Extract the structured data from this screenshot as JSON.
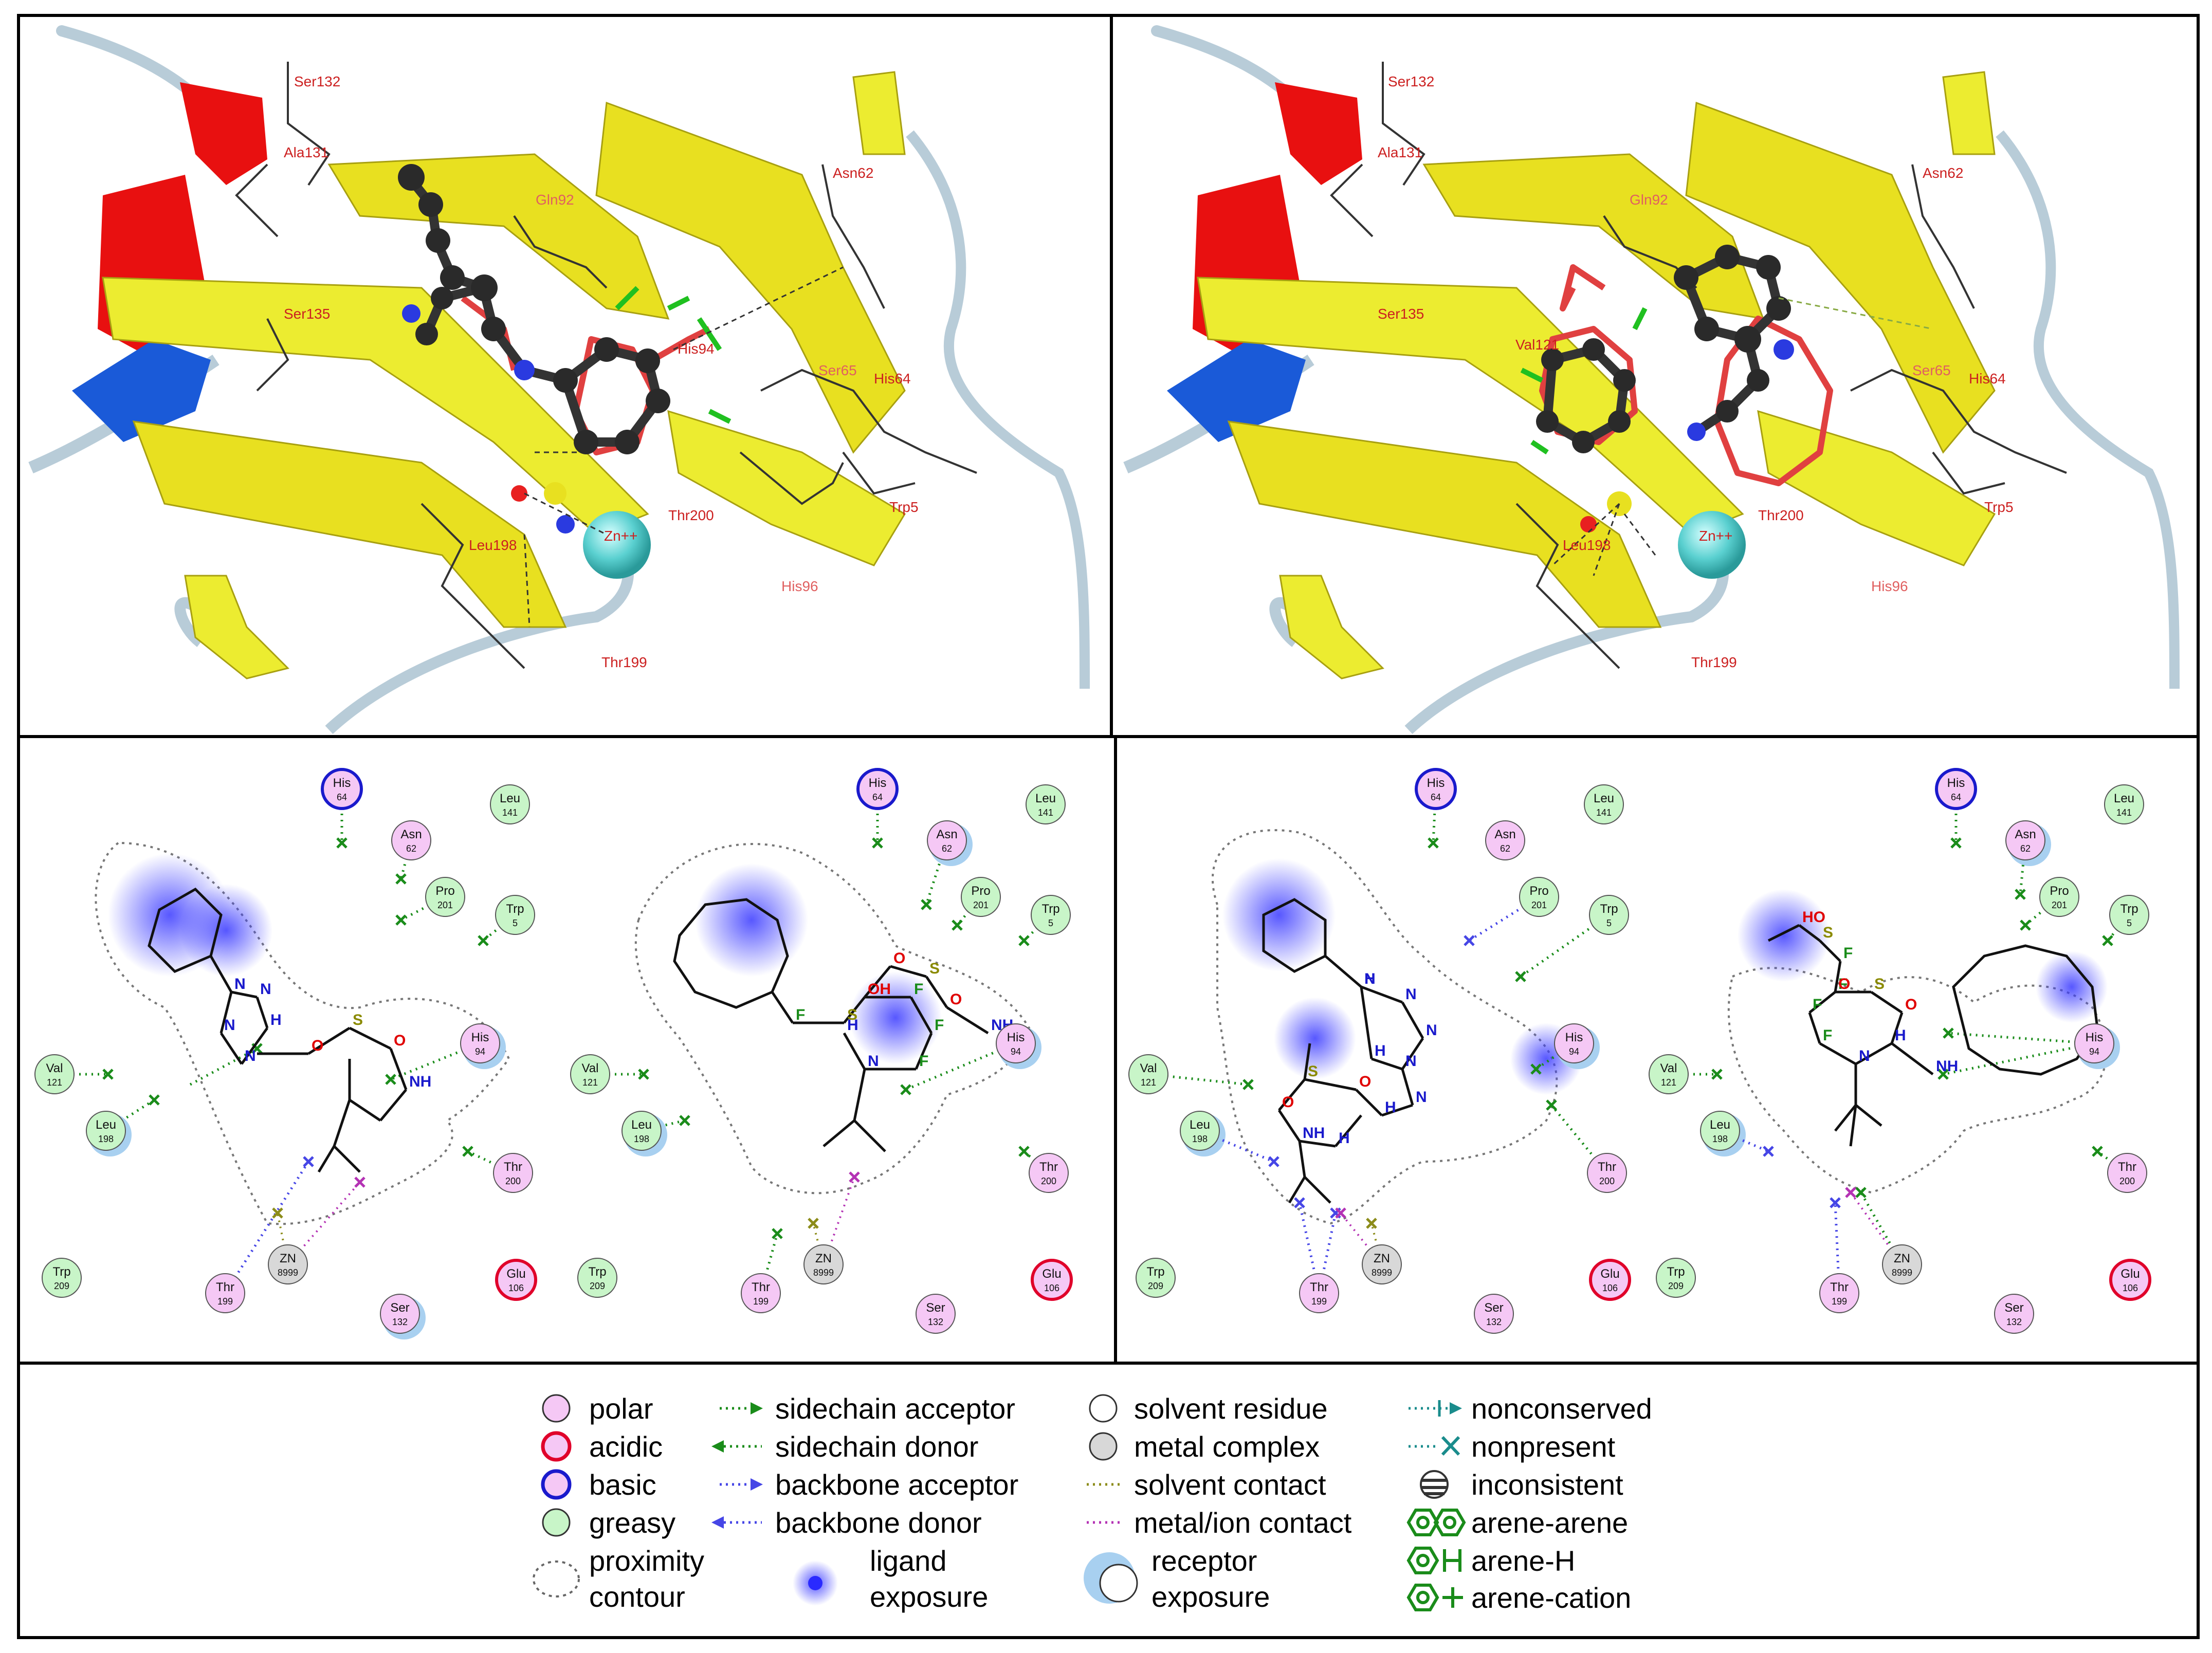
{
  "structure_panels": [
    {
      "residue_labels": [
        "Ser132",
        "Ala131",
        "Gln92",
        "Asn62",
        "Ser135",
        "His94",
        "Ser65",
        "His64",
        "Thr200",
        "Leu198",
        "Zn++",
        "Trp5",
        "His96",
        "Thr199"
      ],
      "ligand_color": "#333333",
      "reference_color": "#e04040"
    },
    {
      "residue_labels": [
        "Ser132",
        "Ala131",
        "Gln92",
        "Asn62",
        "Ser135",
        "Val121",
        "Ser65",
        "His64",
        "Thr200",
        "Leu198",
        "Zn++",
        "Trp5",
        "His96",
        "Thr199"
      ],
      "ligand_color": "#333333",
      "reference_color": "#e04040"
    }
  ],
  "interaction_maps": [
    {
      "residues": [
        {
          "name": "His",
          "num": "64",
          "type": "basic"
        },
        {
          "name": "Asn",
          "num": "62",
          "type": "polar"
        },
        {
          "name": "Leu",
          "num": "141",
          "type": "greasy"
        },
        {
          "name": "Pro",
          "num": "201",
          "type": "greasy"
        },
        {
          "name": "Trp",
          "num": "5",
          "type": "greasy"
        },
        {
          "name": "Val",
          "num": "121",
          "type": "greasy"
        },
        {
          "name": "Leu",
          "num": "198",
          "type": "greasy"
        },
        {
          "name": "His",
          "num": "94",
          "type": "polar"
        },
        {
          "name": "Thr",
          "num": "200",
          "type": "polar"
        },
        {
          "name": "Trp",
          "num": "209",
          "type": "greasy"
        },
        {
          "name": "Thr",
          "num": "199",
          "type": "polar"
        },
        {
          "name": "ZN",
          "num": "8999",
          "type": "metal"
        },
        {
          "name": "Glu",
          "num": "106",
          "type": "acidic"
        },
        {
          "name": "Ser",
          "num": "132",
          "type": "polar"
        }
      ],
      "atom_labels": [
        "N",
        "N",
        "N",
        "H",
        "N",
        "N",
        "O",
        "S",
        "O",
        "NH"
      ]
    },
    {
      "residues": [
        {
          "name": "His",
          "num": "64",
          "type": "basic"
        },
        {
          "name": "Asn",
          "num": "62",
          "type": "polar"
        },
        {
          "name": "Leu",
          "num": "141",
          "type": "greasy"
        },
        {
          "name": "Pro",
          "num": "201",
          "type": "greasy"
        },
        {
          "name": "Trp",
          "num": "5",
          "type": "greasy"
        },
        {
          "name": "Val",
          "num": "121",
          "type": "greasy"
        },
        {
          "name": "Leu",
          "num": "198",
          "type": "greasy"
        },
        {
          "name": "His",
          "num": "94",
          "type": "polar"
        },
        {
          "name": "Thr",
          "num": "200",
          "type": "polar"
        },
        {
          "name": "Trp",
          "num": "209",
          "type": "greasy"
        },
        {
          "name": "Thr",
          "num": "199",
          "type": "polar"
        },
        {
          "name": "ZN",
          "num": "8999",
          "type": "metal"
        },
        {
          "name": "Glu",
          "num": "106",
          "type": "acidic"
        },
        {
          "name": "Ser",
          "num": "132",
          "type": "polar"
        }
      ],
      "atom_labels": [
        "F",
        "S",
        "OH",
        "F",
        "F",
        "F",
        "N",
        "H",
        "O",
        "S",
        "O",
        "NH"
      ]
    },
    {
      "residues": [
        {
          "name": "His",
          "num": "64",
          "type": "basic"
        },
        {
          "name": "Asn",
          "num": "62",
          "type": "polar"
        },
        {
          "name": "Leu",
          "num": "141",
          "type": "greasy"
        },
        {
          "name": "Pro",
          "num": "201",
          "type": "greasy"
        },
        {
          "name": "Trp",
          "num": "5",
          "type": "greasy"
        },
        {
          "name": "Val",
          "num": "121",
          "type": "greasy"
        },
        {
          "name": "Leu",
          "num": "198",
          "type": "greasy"
        },
        {
          "name": "His",
          "num": "94",
          "type": "polar"
        },
        {
          "name": "Thr",
          "num": "200",
          "type": "polar"
        },
        {
          "name": "Trp",
          "num": "209",
          "type": "greasy"
        },
        {
          "name": "Thr",
          "num": "199",
          "type": "polar"
        },
        {
          "name": "ZN",
          "num": "8999",
          "type": "metal"
        },
        {
          "name": "Glu",
          "num": "106",
          "type": "acidic"
        },
        {
          "name": "Ser",
          "num": "132",
          "type": "polar"
        }
      ],
      "atom_labels": [
        "H",
        "N",
        "N",
        "N",
        "H",
        "N",
        "N",
        "H",
        "O",
        "S",
        "O",
        "NH",
        "H"
      ]
    },
    {
      "residues": [
        {
          "name": "His",
          "num": "64",
          "type": "basic"
        },
        {
          "name": "Asn",
          "num": "62",
          "type": "polar"
        },
        {
          "name": "Leu",
          "num": "141",
          "type": "greasy"
        },
        {
          "name": "Pro",
          "num": "201",
          "type": "greasy"
        },
        {
          "name": "Trp",
          "num": "5",
          "type": "greasy"
        },
        {
          "name": "Val",
          "num": "121",
          "type": "greasy"
        },
        {
          "name": "Leu",
          "num": "198",
          "type": "greasy"
        },
        {
          "name": "His",
          "num": "94",
          "type": "polar"
        },
        {
          "name": "Thr",
          "num": "200",
          "type": "polar"
        },
        {
          "name": "Trp",
          "num": "209",
          "type": "greasy"
        },
        {
          "name": "Thr",
          "num": "199",
          "type": "polar"
        },
        {
          "name": "ZN",
          "num": "8999",
          "type": "metal"
        },
        {
          "name": "Glu",
          "num": "106",
          "type": "acidic"
        },
        {
          "name": "Ser",
          "num": "132",
          "type": "polar"
        }
      ],
      "atom_labels": [
        "HO",
        "S",
        "F",
        "F",
        "F",
        "F",
        "N",
        "H",
        "O",
        "S",
        "O",
        "NH"
      ]
    }
  ],
  "legend": {
    "col1": [
      "polar",
      "acidic",
      "basic",
      "greasy",
      "proximity",
      "contour"
    ],
    "col2": [
      "sidechain acceptor",
      "sidechain donor",
      "backbone acceptor",
      "backbone donor",
      "ligand",
      "exposure"
    ],
    "col3": [
      "solvent residue",
      "metal complex",
      "solvent contact",
      "metal/ion contact",
      "receptor",
      "exposure"
    ],
    "col4": [
      "nonconserved",
      "nonpresent",
      "inconsistent",
      "arene-arene",
      "arene-H",
      "arene-cation"
    ]
  },
  "colors": {
    "polar": "#f5c8f5",
    "acidic_ring": "#e0002a",
    "basic_ring": "#1a1acc",
    "greasy": "#c8f5c8",
    "sidechain": "#1a8c1a",
    "backbone": "#4646e6",
    "solvent_contact": "#8c8c1a",
    "metal_contact": "#b432b4",
    "nonconserved": "#1a8c8c",
    "exposure_ligand": "#4a4aff",
    "exposure_receptor": "#7ab8e8"
  }
}
